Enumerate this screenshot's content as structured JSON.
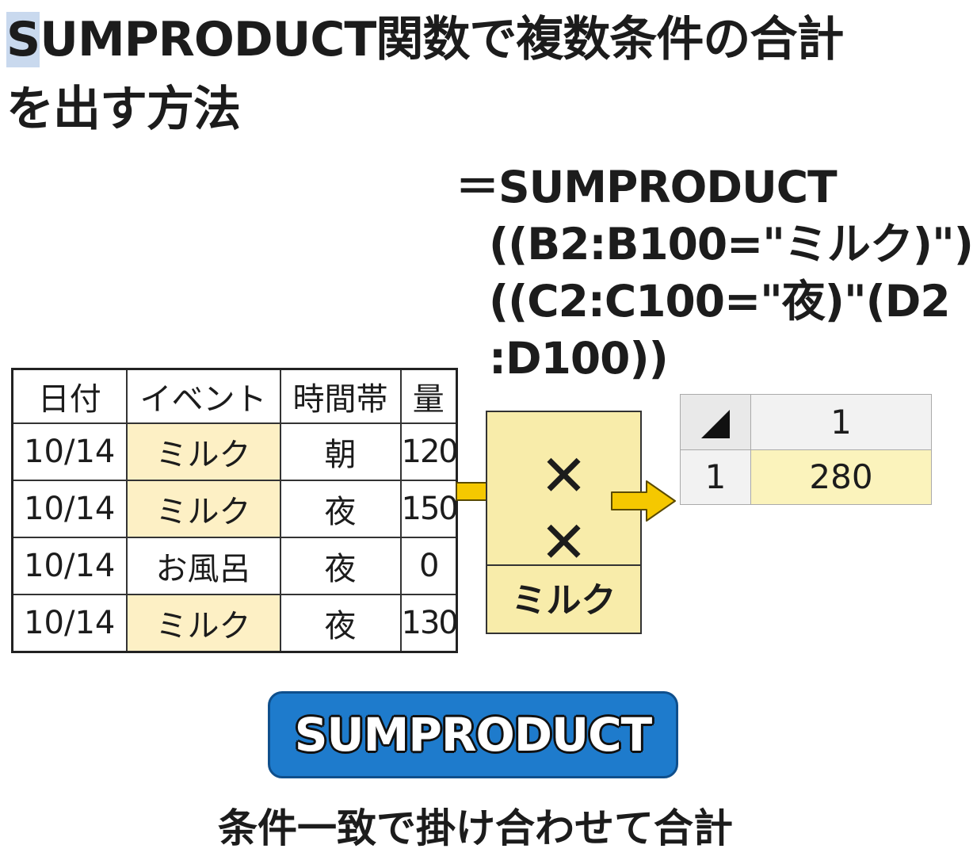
{
  "title": {
    "first_letter": "S",
    "rest_line1": "UMPRODUCT関数で複数条件の合計",
    "line2": "を出す方法"
  },
  "formula": {
    "line1": "＝SUMPRODUCT",
    "line2": "((B2:B100=\"ミルク)\")",
    "line3": "((C2:C100=\"夜)\"(D2",
    "line4": ":D100))"
  },
  "data_table": {
    "headers": [
      "日付",
      "イベント",
      "時間帯",
      "量"
    ],
    "rows": [
      [
        "10/14",
        "ミルク",
        "朝",
        "120"
      ],
      [
        "10/14",
        "ミルク",
        "夜",
        "150"
      ],
      [
        "10/14",
        "お風呂",
        "夜",
        "0"
      ],
      [
        "10/14",
        "ミルク",
        "夜",
        "130"
      ]
    ]
  },
  "multiply_box": {
    "symbol1": "✕",
    "symbol2": "✕",
    "label": "ミルク"
  },
  "result_table": {
    "corner_icon": "select-all-triangle-icon",
    "column_header": "1",
    "row_header": "1",
    "value": "280"
  },
  "button": {
    "label": "SUMPRODUCT"
  },
  "caption": "条件一致で掛け合わせて合計",
  "colors": {
    "highlight_yellow": "#fdf0c5",
    "box_yellow": "#f8ecaa",
    "arrow_yellow": "#f5c800",
    "button_blue": "#1e7bcc",
    "title_highlight": "#c9d9ee"
  }
}
